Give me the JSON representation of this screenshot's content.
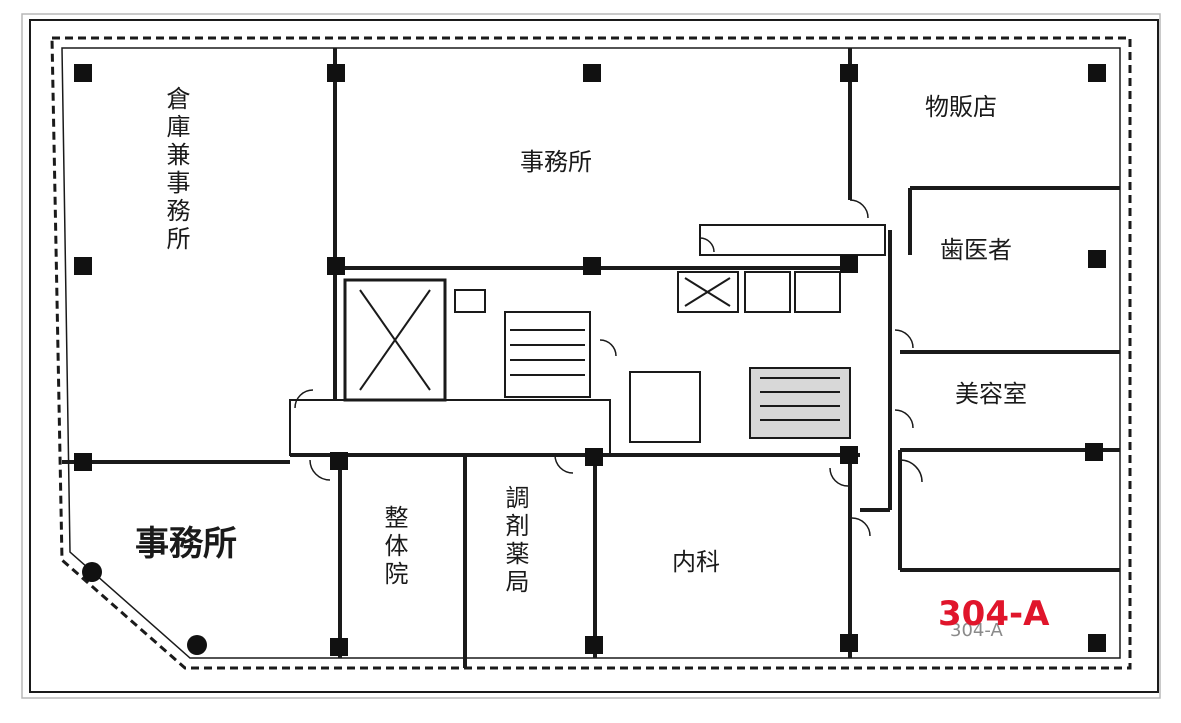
{
  "rooms": {
    "warehouse_office": "倉庫兼事務所",
    "office_top": "事務所",
    "retail_store": "物販店",
    "dentist": "歯医者",
    "beauty_salon": "美容室",
    "office_bottom": "事務所",
    "chiropractic": "整体院",
    "pharmacy": "調剤薬局",
    "internal_medicine": "内科"
  },
  "unit_label": "304-A",
  "unit_label_ghost": "304-A",
  "colors": {
    "wall": "#1a1a1a",
    "unit_label": "#e0152b"
  }
}
